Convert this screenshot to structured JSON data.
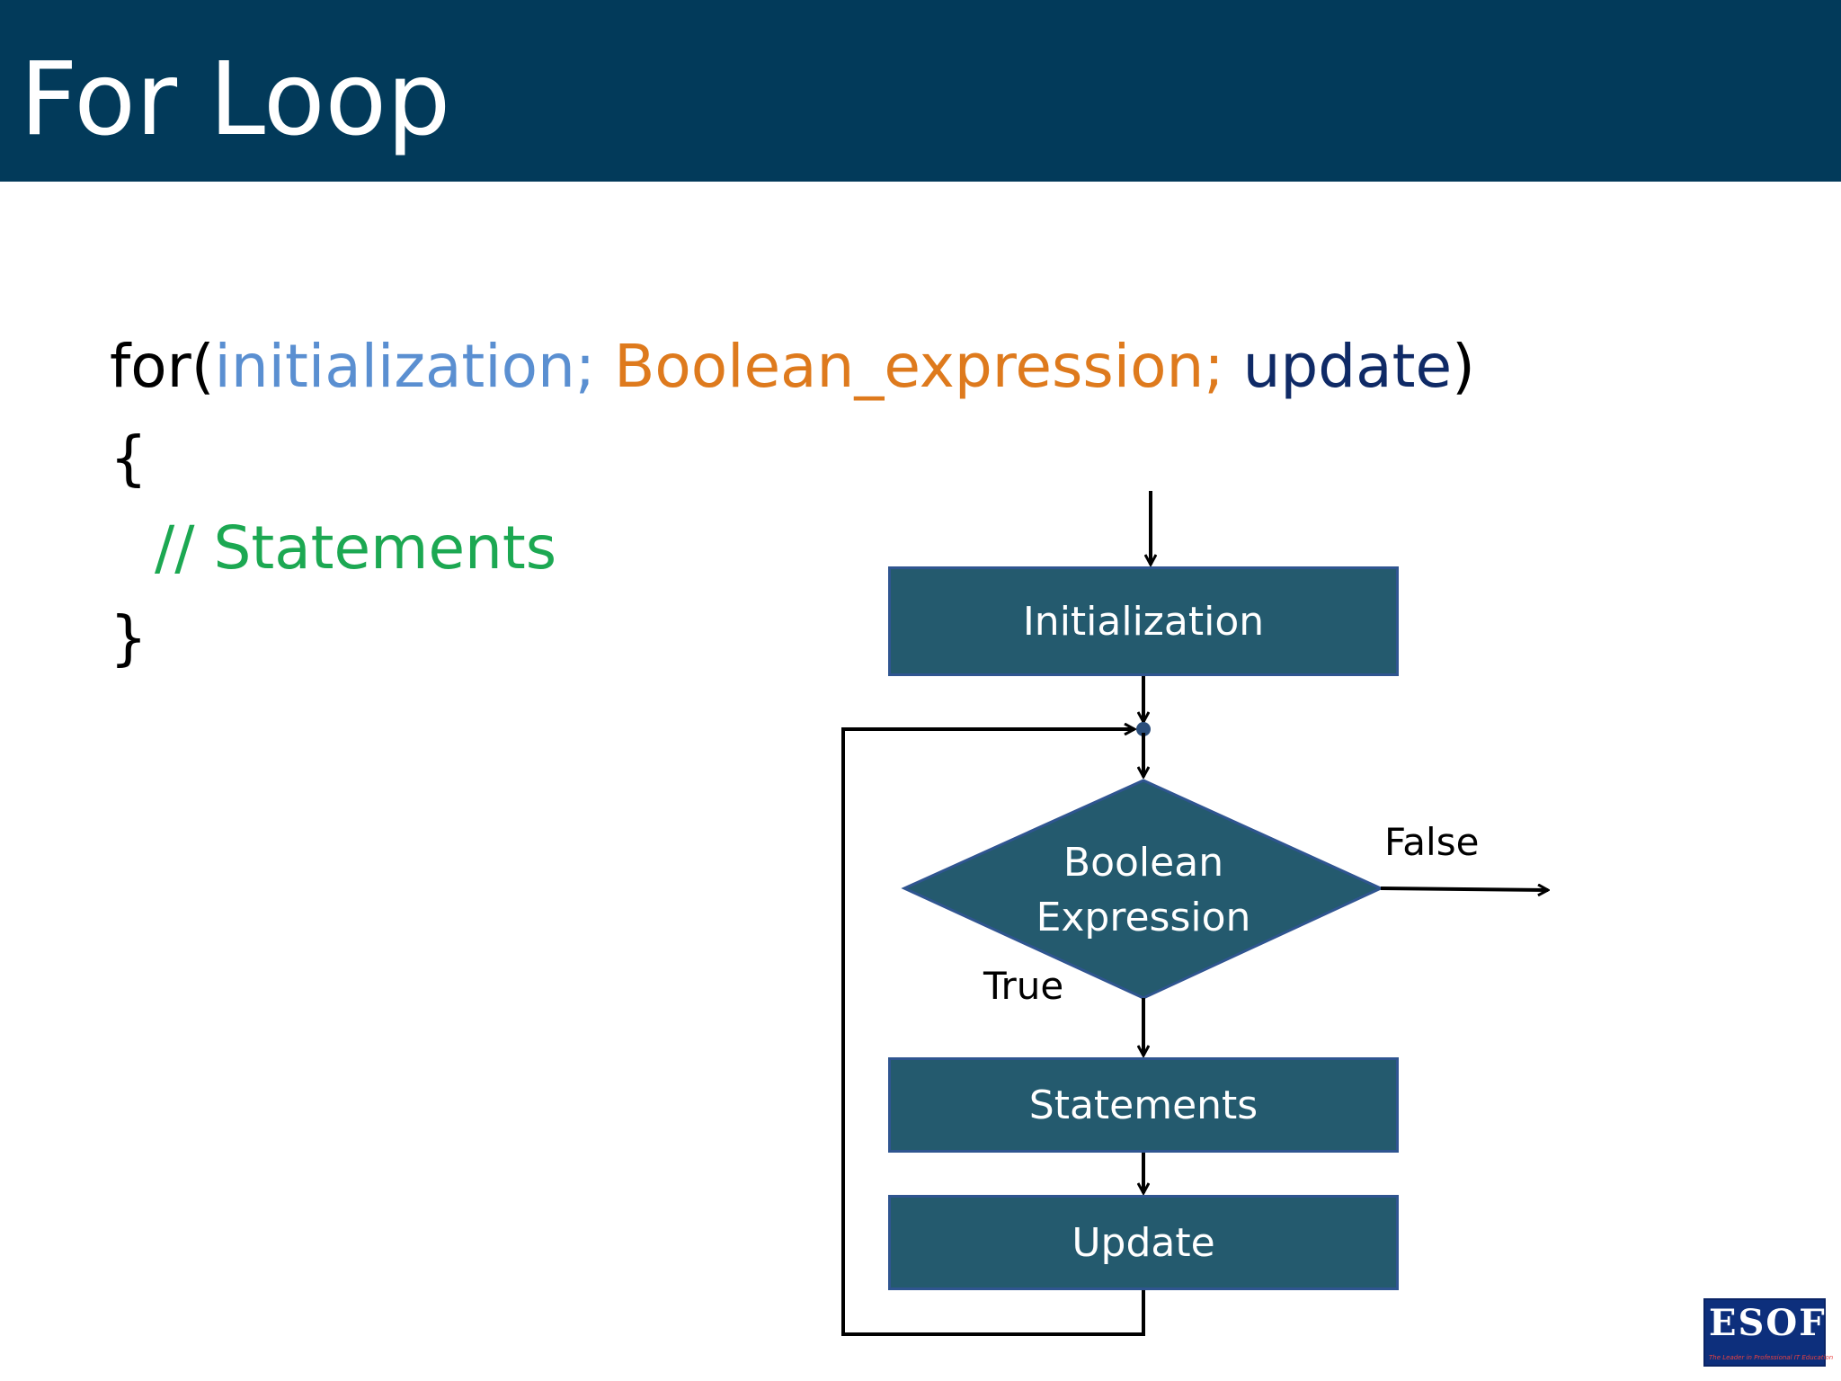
{
  "slide": {
    "title": "For Loop",
    "header_color": "#023a5a"
  },
  "code": {
    "keyword": "for(",
    "initialization": "initialization; ",
    "boolean_expression": "Boolean_expression; ",
    "update": "update",
    "close_paren": ")",
    "open_brace": "{",
    "comment": "// Statements",
    "close_brace": "}",
    "colors": {
      "initialization": "#5a8fd1",
      "boolean_expression": "#de7a1d",
      "update": "#0f2a66",
      "comment": "#1ca852"
    }
  },
  "flowchart": {
    "nodes": {
      "initialization": "Initialization",
      "boolean_line1": "Boolean",
      "boolean_line2": "Expression",
      "statements": "Statements",
      "update": "Update"
    },
    "edges": {
      "false_label": "False",
      "true_label": "True"
    },
    "node_color": "#245a6e"
  },
  "logo": {
    "text": "ESOFT",
    "tagline": "The Leader in Professional IT Education"
  }
}
